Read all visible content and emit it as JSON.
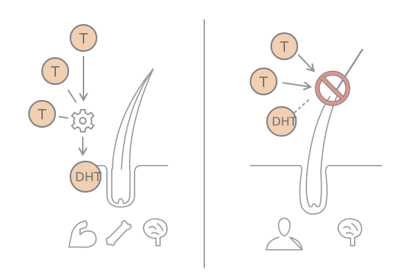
{
  "left_panel": {
    "molecules": [
      {
        "label": "T"
      },
      {
        "label": "T"
      },
      {
        "label": "T"
      },
      {
        "label": "DHT"
      }
    ],
    "icons": [
      "gear-icon",
      "muscle-arm-icon",
      "bone-icon",
      "brain-icon"
    ]
  },
  "right_panel": {
    "molecules": [
      {
        "label": "T"
      },
      {
        "label": "T"
      },
      {
        "label": "DHT"
      }
    ],
    "icons": [
      "prohibition-icon",
      "person-icon",
      "brain-icon"
    ]
  },
  "colors": {
    "molecule_fill": "#f2cfb0",
    "outline": "#8f9297",
    "prohibition": "#e0958a"
  }
}
